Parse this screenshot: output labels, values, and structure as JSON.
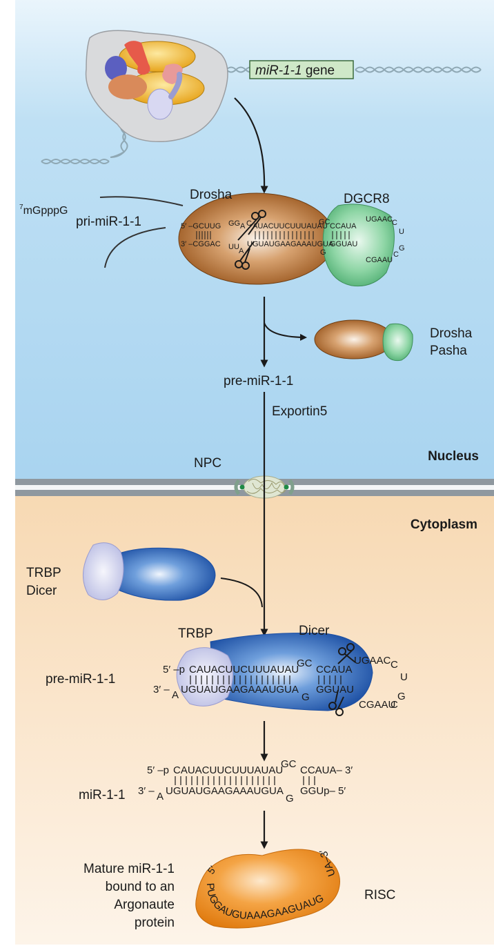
{
  "labels": {
    "gene": "miR-1-1",
    "gene_suffix": " gene",
    "cap": "mGpppG",
    "cap_super": "7",
    "pri": "pri-miR-1-1",
    "drosha": "Drosha",
    "dgcr8": "DGCR8",
    "release_drosha": "Drosha",
    "release_pasha": "Pasha",
    "pre": "pre-miR-1-1",
    "exportin": "Exportin5",
    "nucleus": "Nucleus",
    "npc": "NPC",
    "cytoplasm": "Cytoplasm",
    "trbp_free": "TRBP",
    "dicer_free": "Dicer",
    "trbp": "TRBP",
    "dicer": "Dicer",
    "pre2": "pre-miR-1-1",
    "mir": "miR-1-1",
    "mature1": "Mature miR-1-1",
    "mature2": "bound to an",
    "mature3": "Argonaute",
    "mature4": "protein",
    "risc": "RISC"
  },
  "sequences": {
    "drosha_top5": "5′ –GCUUG",
    "drosha_top_mid": "GG",
    "drosha_top_a": "A",
    "drosha_top_c": "C",
    "drosha_top": "AUACUUCUUUAUAU",
    "drosha_gc": "GC",
    "drosha_top_r": "CCAUA",
    "drosha_loop_top": "UGAAC",
    "drosha_loop_c": "C",
    "drosha_loop_u": "U",
    "drosha_loop_g": "G",
    "drosha_loop_c2": "C",
    "drosha_loop_bot": "CGAAU",
    "drosha_bot3": "3′ –CGGAC",
    "drosha_bot_uu": "UU",
    "drosha_bot_a": "A",
    "drosha_bot": "UGUAUGAAGAAAUGUA",
    "drosha_bot_g": "G",
    "drosha_bot_r": "GGUAU",
    "dicer_top5": "5′ –p",
    "dicer_top": "CAUACUUCUUUAUAU",
    "dicer_gc": "GC",
    "dicer_top_r": "CCAUA",
    "dicer_loop_top": "UGAAC",
    "dicer_loop_c": "C",
    "dicer_loop_u": "U",
    "dicer_loop_g": "G",
    "dicer_loop_c2": "C",
    "dicer_loop_bot": "CGAAU",
    "dicer_bot3": "3′ –",
    "dicer_bot_a": "A",
    "dicer_bot": "UGUAUGAAGAAAUGUA",
    "dicer_bot_g": "G",
    "dicer_bot_r": "GGUAU",
    "mir_top5": "5′ –p",
    "mir_top": "CAUACUUCUUUAUAU",
    "mir_gc": "GC",
    "mir_top_r": "CCAUA– 3′",
    "mir_bot3": "3′ –",
    "mir_bot_a": "A",
    "mir_bot": "UGUAUGAAGAAAUGUA",
    "mir_bot_g": "G",
    "mir_bot_r": "GGUp– 5′",
    "risc_5": "5′",
    "risc_seq": "PUGGAUGUAAAGAAGUAUG",
    "risc_3": "UA–3′"
  },
  "colors": {
    "nucleus_bg": "#b9dcf2",
    "cytoplasm_bg": "#fbe7cd",
    "membrane": "#9aa3aa",
    "drosha": "#b06a2e",
    "dgcr8": "#7fcf98",
    "dicer": "#2f6cc0",
    "trbp": "#cfd2ee",
    "argonaute": "#ef8a1e",
    "gene_box": "#cfe8c8"
  }
}
